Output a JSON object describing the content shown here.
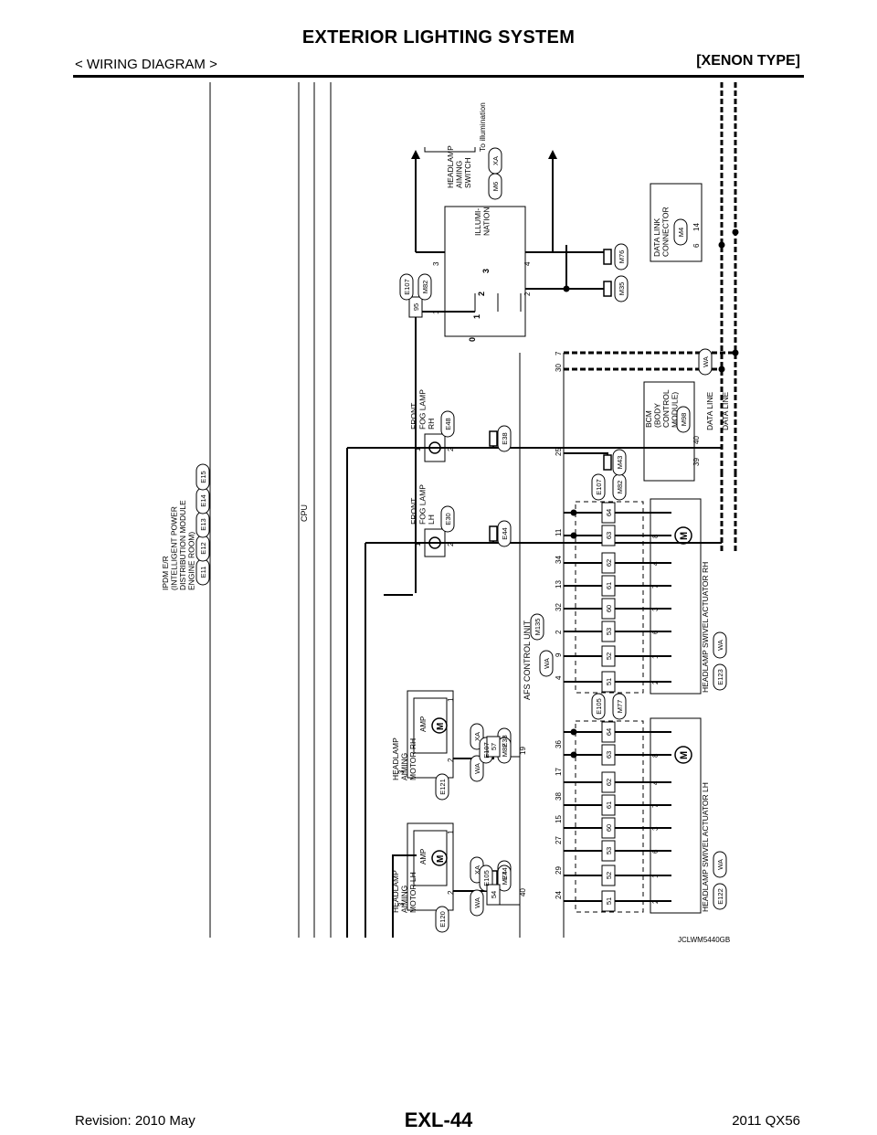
{
  "header": {
    "title": "EXTERIOR LIGHTING SYSTEM",
    "section": "< WIRING DIAGRAM >",
    "type": "[XENON TYPE]"
  },
  "footer": {
    "code": "EXL-44",
    "revision": "Revision: 2010 May",
    "model": "2011 QX56"
  },
  "diagram": {
    "figure_id": "JCLWM5440GB",
    "ipdm": {
      "lines": [
        "IPDM E/R",
        "(INTELLIGENT POWER",
        "DISTRIBUTION MODULE",
        "ENGINE ROOM)"
      ],
      "connectors": [
        "E11",
        "E12",
        "E13",
        "E14",
        "E15"
      ],
      "cpu": "CPU",
      "pins": [
        "40",
        "19"
      ]
    },
    "aiming_lh": {
      "lines": [
        "HEADLAMP",
        "AIMING",
        "MOTOR LH"
      ],
      "connector": "E120",
      "amp": "AMP",
      "pins": [
        "3",
        "1",
        "2"
      ],
      "ground": "E44"
    },
    "aiming_rh": {
      "lines": [
        "HEADLAMP",
        "AIMING",
        "MOTOR RH"
      ],
      "connector": "E121",
      "amp": "AMP",
      "pins": [
        "3",
        "1",
        "2"
      ],
      "ground": "E38"
    },
    "fog_lh": {
      "lines": [
        "FRONT",
        "FOG LAMP",
        "LH"
      ],
      "connector": "E30",
      "pins": [
        "1",
        "2"
      ],
      "ground": "E44"
    },
    "fog_rh": {
      "lines": [
        "FRONT",
        "FOG LAMP",
        "RH"
      ],
      "connector": "E48",
      "pins": [
        "1",
        "2"
      ],
      "ground": "E38"
    },
    "afs": {
      "label": "AFS CONTROL UNIT",
      "connector": "M135",
      "pins": [
        "24",
        "29",
        "27",
        "15",
        "38",
        "17",
        "36",
        "4",
        "9",
        "2",
        "32",
        "13",
        "34",
        "11",
        "25",
        "30",
        "7"
      ]
    },
    "swivel_lh": {
      "label": "HEADLAMP SWIVEL ACTUATOR LH",
      "connector": "E122",
      "pins": [
        "2",
        "1",
        "6",
        "3",
        "7",
        "4",
        "8"
      ],
      "joint": [
        "51",
        "52",
        "53",
        "60",
        "61",
        "62",
        "63",
        "64"
      ]
    },
    "swivel_rh": {
      "label": "HEADLAMP SWIVEL ACTUATOR RH",
      "connector": "E123",
      "pins": [
        "2",
        "1",
        "6",
        "3",
        "7",
        "4",
        "8"
      ],
      "joint": [
        "51",
        "52",
        "53",
        "60",
        "61",
        "62",
        "63",
        "64"
      ]
    },
    "joints": {
      "lh": [
        "E105",
        "M77"
      ],
      "rh": [
        "E107",
        "M82"
      ],
      "lh_pin": "54",
      "rh_pin": "57",
      "switch_pin": "95"
    },
    "switch": {
      "lines": [
        "HEADLAMP",
        "AIMING",
        "SWITCH"
      ],
      "connector": "M6",
      "illumination": [
        "ILLUMI-",
        "NATION"
      ],
      "to_illumination": "To illumination",
      "positions": [
        "0",
        "1",
        "2",
        "3"
      ],
      "pins": [
        "1",
        "2",
        "3",
        "4"
      ]
    },
    "bcm": {
      "lines": [
        "BCM",
        "(BODY",
        "CONTROL",
        "MODULE)"
      ],
      "connector": "M98",
      "pins": [
        "39",
        "40"
      ]
    },
    "data_link": {
      "lines": [
        "DATA LINK",
        "CONNECTOR"
      ],
      "connector": "M4",
      "pins": [
        "6",
        "14"
      ]
    },
    "data_line": "DATA LINE",
    "grounds": [
      "M43",
      "M35",
      "M76"
    ],
    "tags": [
      "WA",
      "XA"
    ]
  }
}
